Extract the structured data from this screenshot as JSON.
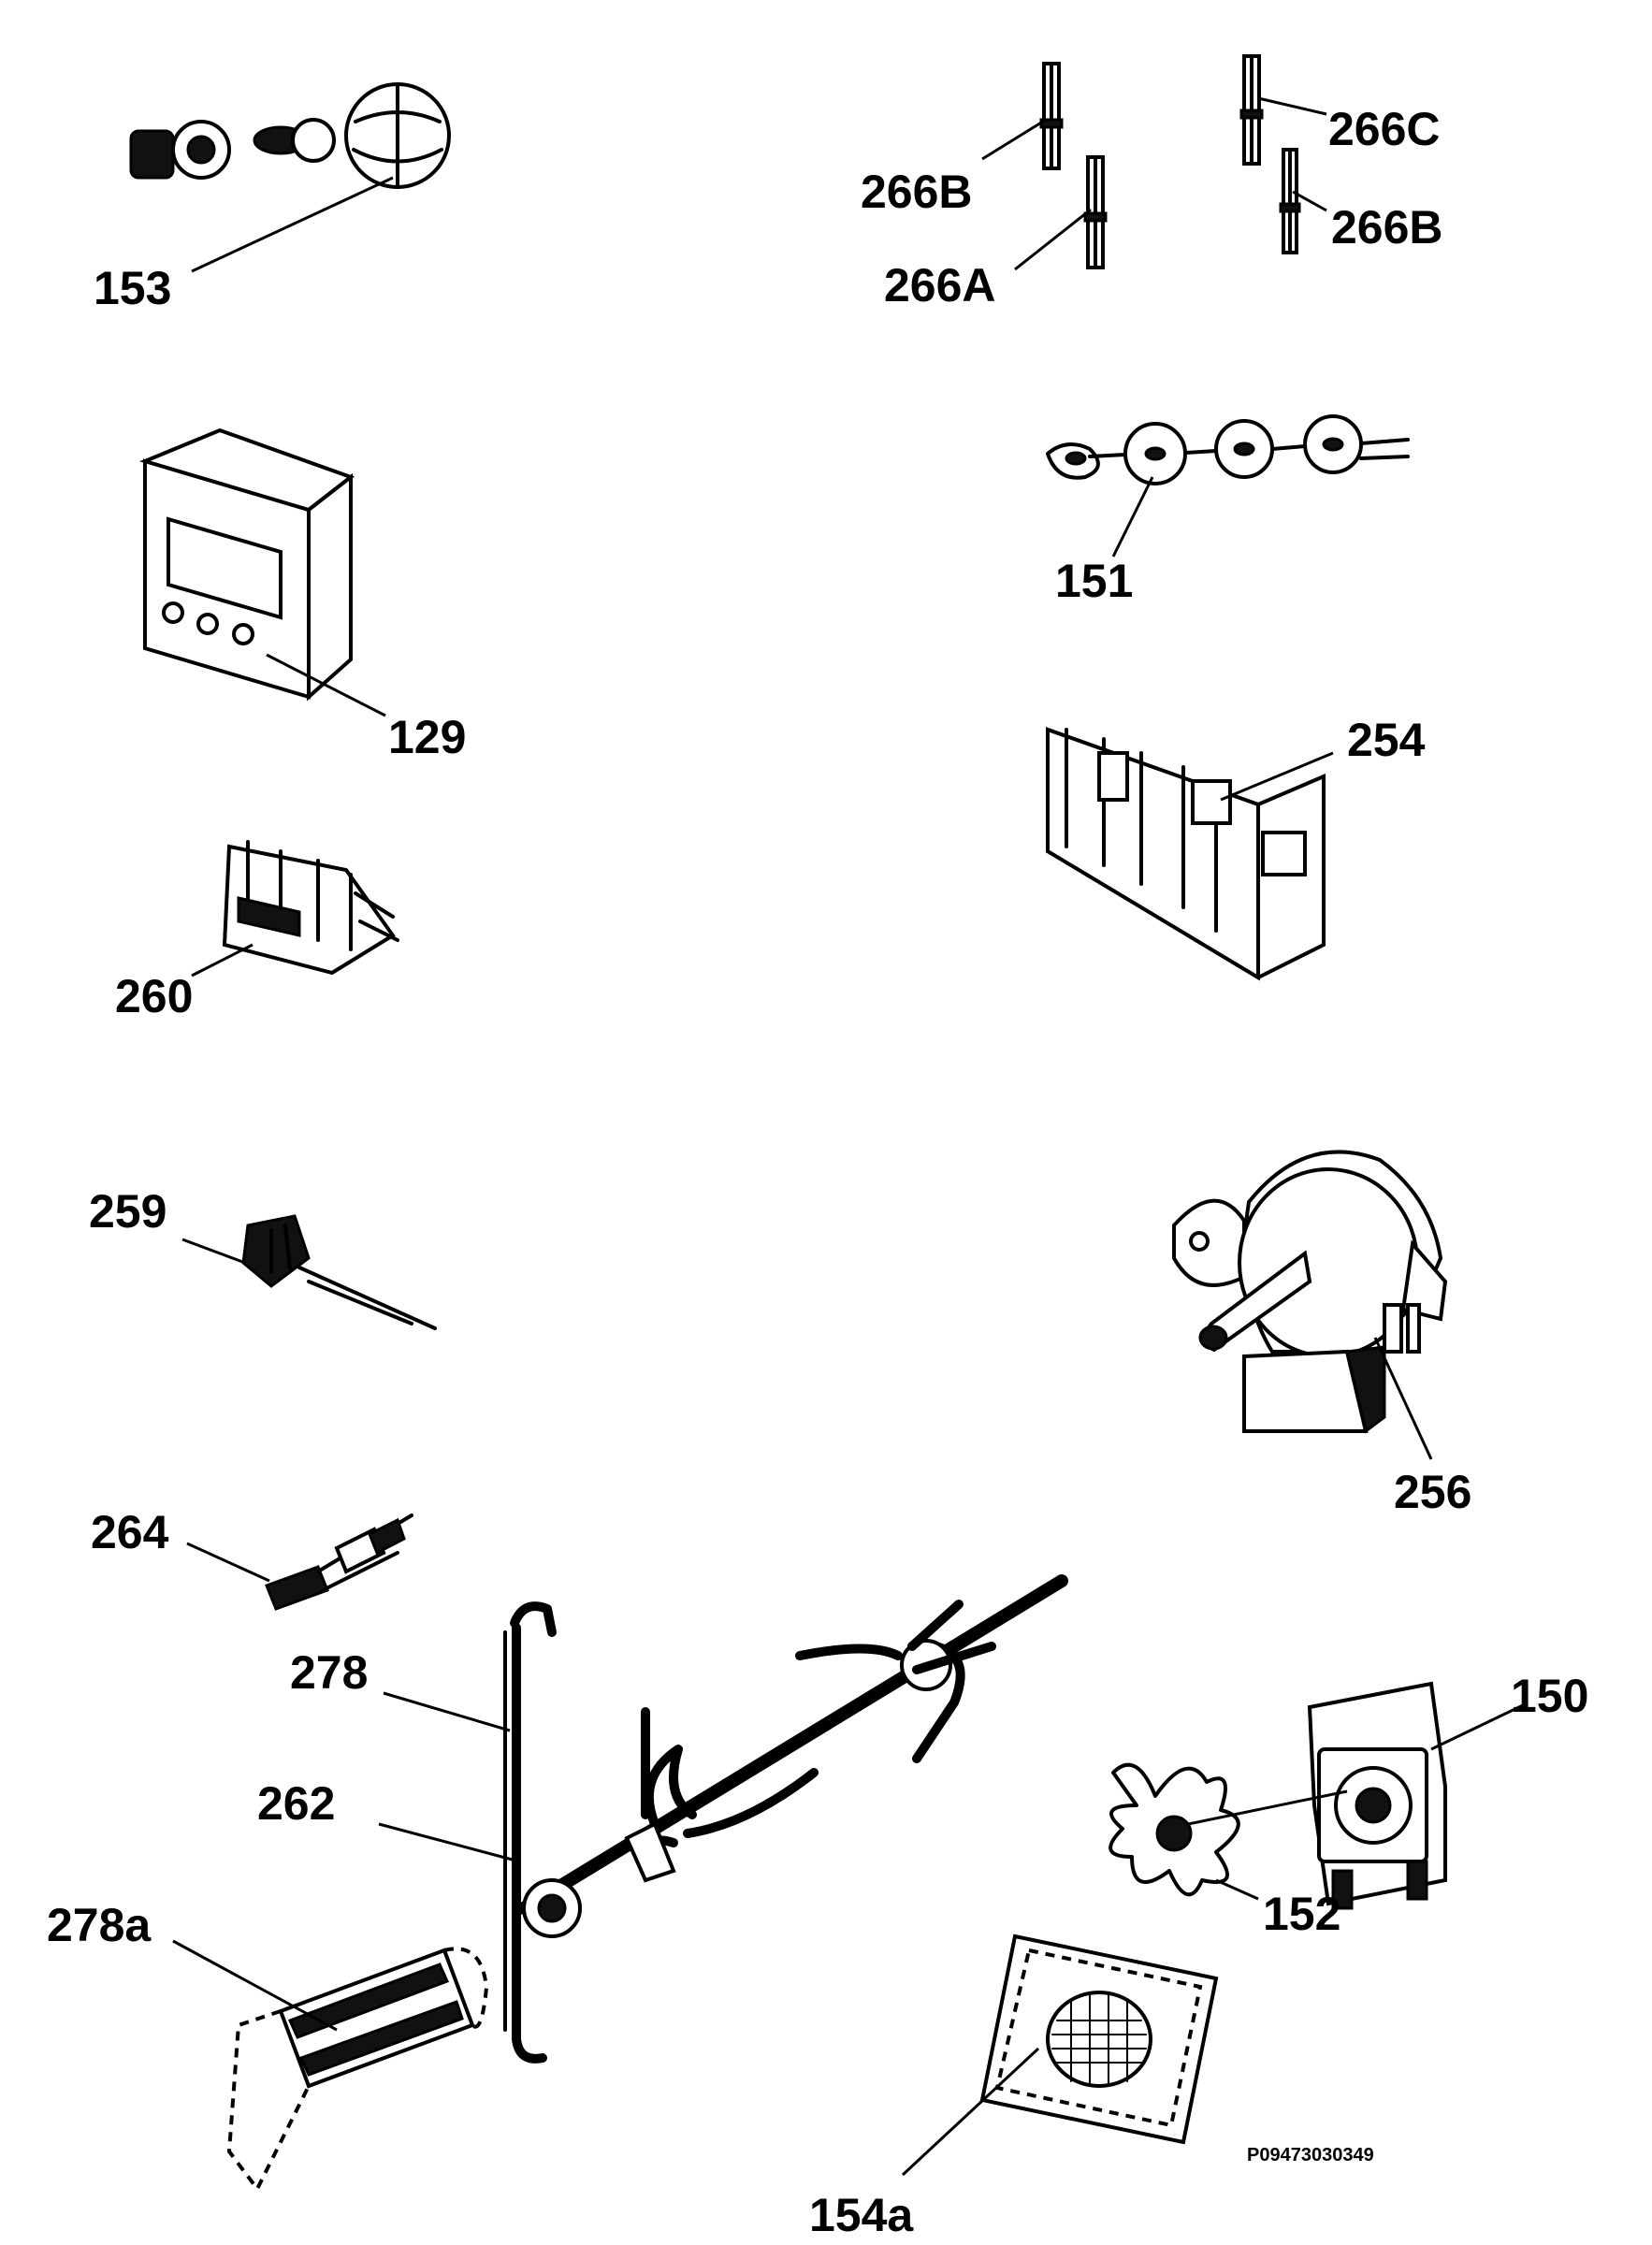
{
  "parts": [
    {
      "id": "153"
    },
    {
      "id": "266B"
    },
    {
      "id": "266A"
    },
    {
      "id": "266C"
    },
    {
      "id": "266B"
    },
    {
      "id": "151"
    },
    {
      "id": "129"
    },
    {
      "id": "254"
    },
    {
      "id": "260"
    },
    {
      "id": "259"
    },
    {
      "id": "256"
    },
    {
      "id": "264"
    },
    {
      "id": "278"
    },
    {
      "id": "262"
    },
    {
      "id": "278a"
    },
    {
      "id": "150"
    },
    {
      "id": "152"
    },
    {
      "id": "154a"
    }
  ],
  "drawing_code": "P09473030349"
}
